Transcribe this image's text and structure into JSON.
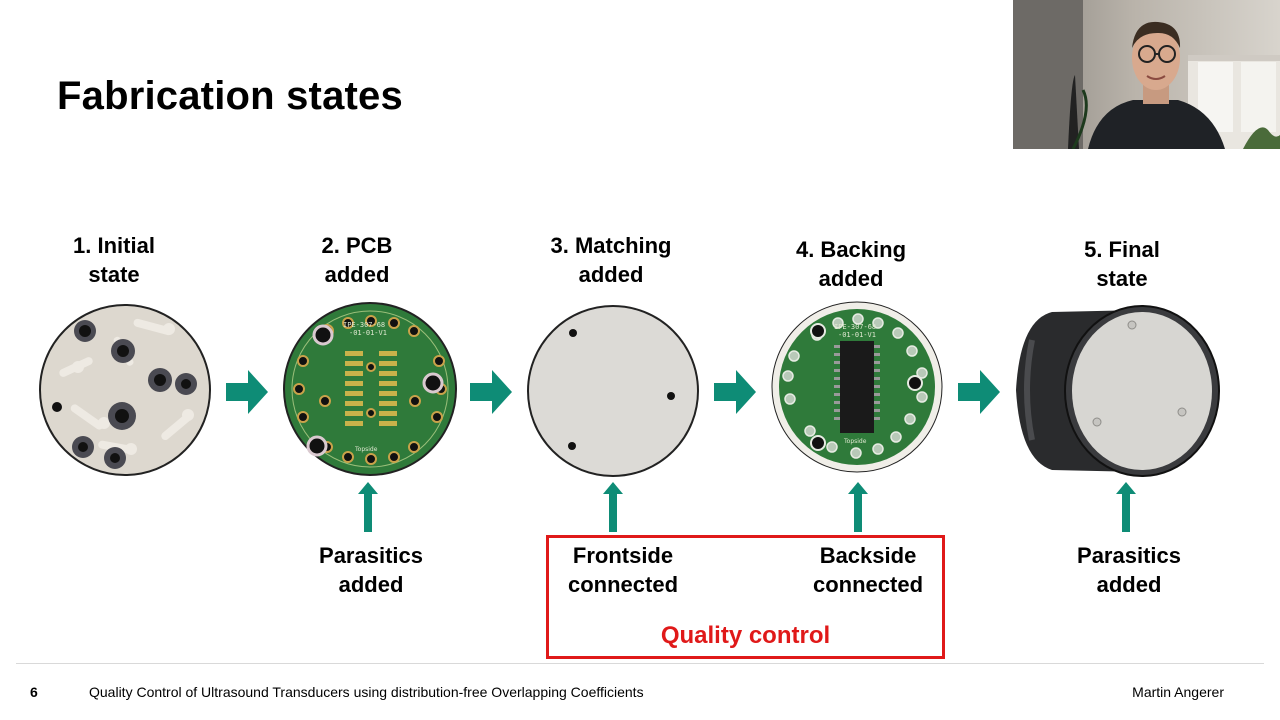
{
  "slide": {
    "title": "Fabrication states",
    "number": "6",
    "footer_title": "Quality Control of Ultrasound Transducers using distribution-free Overlapping Coefficients",
    "author": "Martin Angerer"
  },
  "steps": [
    {
      "line1": "1. Initial",
      "line2": "state"
    },
    {
      "line1": "2. PCB",
      "line2": "added"
    },
    {
      "line1": "3. Matching",
      "line2": "added"
    },
    {
      "line1": "4. Backing",
      "line2": "added"
    },
    {
      "line1": "5. Final",
      "line2": "state"
    }
  ],
  "notes": {
    "pcb": {
      "line1": "Parasitics",
      "line2": "added"
    },
    "frontside": {
      "line1": "Frontside",
      "line2": "connected"
    },
    "backside": {
      "line1": "Backside",
      "line2": "connected"
    },
    "final": {
      "line1": "Parasitics",
      "line2": "added"
    }
  },
  "quality_control": {
    "label": "Quality control",
    "color": "#e01919"
  },
  "colors": {
    "arrow": "#0e8c76",
    "arrow_dark": "#0b7563",
    "pcb_green": "#2f7a3a"
  },
  "pcb_text": {
    "top": "IPE-307-68",
    "mid": "-01-01-V1",
    "bottom": "Topside"
  }
}
